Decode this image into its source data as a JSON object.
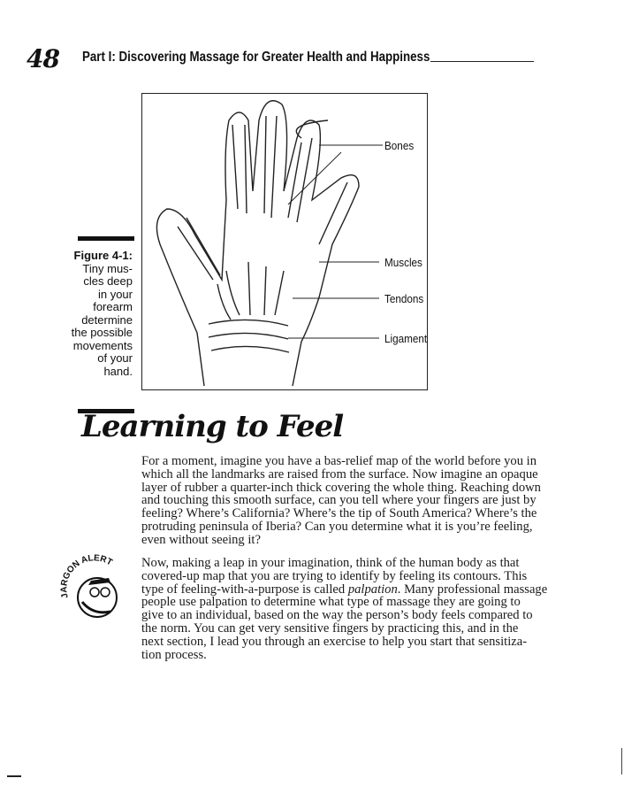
{
  "header": {
    "page_number": "48",
    "running_head": "Part I: Discovering Massage for Greater Health and Happiness"
  },
  "figure": {
    "labels": {
      "bones": "Bones",
      "muscles": "Muscles",
      "tendons": "Tendons",
      "ligament": "Ligament"
    },
    "caption_title": "Figure 4-1:",
    "caption_lines": [
      "Tiny mus-",
      "cles deep",
      "in your",
      "forearm",
      "determine",
      "the possible",
      "movements",
      "of your",
      "hand."
    ]
  },
  "section": {
    "heading": "Learning to Feel"
  },
  "paragraph1": [
    "For a moment, imagine you have a bas-relief map of the world before you in",
    "which all the landmarks are raised from the surface. Now imagine an opaque",
    "layer of rubber a quarter-inch thick covering the whole thing. Reaching down",
    "and touching this smooth surface, can you tell where your fingers are just by",
    "feeling? Where’s California? Where’s the tip of South America? Where’s the",
    "protruding peninsula of Iberia? Can you determine what it is you’re feeling,",
    "even without seeing it?"
  ],
  "paragraph2": {
    "line1": "Now, making a leap in your imagination, think of the human body as that",
    "line2": "covered-up map that you are trying to identify by feeling its contours. This",
    "line3a": "type of feeling-with-a-purpose is called ",
    "line3b": "palpation",
    "line3c": ". Many professional massage",
    "line4": "people use palpation to determine what type of massage they are going to",
    "line5": "give to an individual, based on the way the person’s body feels compared to",
    "line6": "the norm. You can get very sensitive fingers by practicing this, and in the",
    "line7": "next section, I lead you through an exercise to help you start that sensitiza-",
    "line8": "tion process."
  },
  "jargon_icon": {
    "text": "JARGON ALERT"
  }
}
